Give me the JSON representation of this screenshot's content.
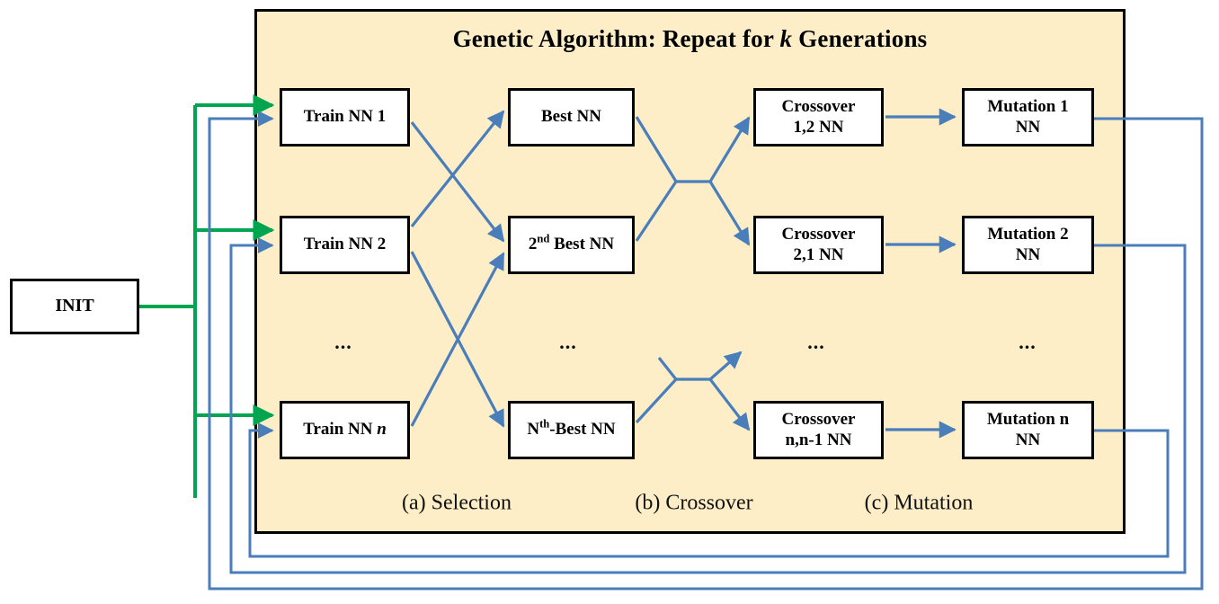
{
  "diagram": {
    "panel": {
      "title_prefix": "Genetic Algorithm: Repeat for ",
      "title_italic": "k",
      "title_suffix": " Generations",
      "fill_color": "#fdeec8",
      "border_color": "#000000"
    },
    "init": {
      "label": "INIT"
    },
    "colors": {
      "init_arrow": "#00a550",
      "flow_arrow": "#4a7ebb",
      "box_border": "#000000",
      "box_fill": "#ffffff",
      "text": "#000000"
    },
    "columns": {
      "train": {
        "boxes": [
          {
            "text_prefix": "Train NN ",
            "italic": "",
            "text_suffix": "1"
          },
          {
            "text_prefix": "Train NN ",
            "italic": "",
            "text_suffix": "2"
          },
          {
            "text_prefix": "Train NN ",
            "italic": "n",
            "text_suffix": ""
          }
        ]
      },
      "selection": {
        "boxes": [
          {
            "plain": "Best NN"
          },
          {
            "lead": "2",
            "sup": "nd",
            "tail": " Best NN"
          },
          {
            "lead": "N",
            "sup": "th",
            "tail": "-Best NN"
          }
        ]
      },
      "crossover": {
        "boxes": [
          {
            "line1": "Crossover",
            "line2": "1,2 NN"
          },
          {
            "line1": "Crossover",
            "line2": "2,1 NN"
          },
          {
            "line1": "Crossover",
            "line2": "n,n-1 NN"
          }
        ]
      },
      "mutation": {
        "boxes": [
          {
            "line1": "Mutation 1",
            "line2": "NN"
          },
          {
            "line1": "Mutation 2",
            "line2": "NN"
          },
          {
            "line1": "Mutation n",
            "line2": "NN"
          }
        ]
      }
    },
    "ellipses": {
      "train": "...",
      "selection": "...",
      "crossover": "...",
      "mutation": "..."
    },
    "captions": [
      {
        "label": "(a) Selection"
      },
      {
        "label": "(b) Crossover"
      },
      {
        "label": "(c) Mutation"
      }
    ]
  }
}
